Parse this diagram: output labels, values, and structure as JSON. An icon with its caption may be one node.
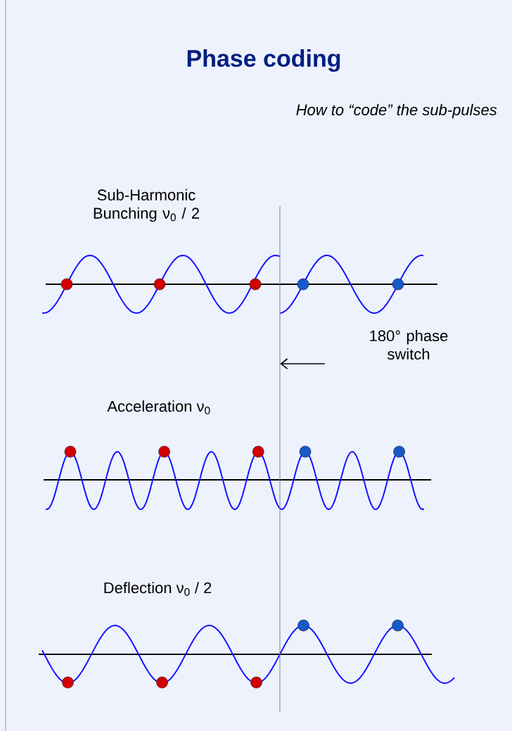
{
  "diagram": {
    "title": "Phase coding",
    "nodes": [
      {
        "text": [
          "180° phase switch"
        ]
      },
      {
        "text": [],
        "shape": "line"
      }
    ],
    "edges": [
      {
        "from": 0,
        "to": 1,
        "arrow": "to"
      }
    ],
    "labels": [
      "How to “code” the sub-pulses",
      "Sub-Harmonic Bunching ν$_{0}$ / 2",
      "Acceleration ν$_{0}$",
      "Deflection ν$_{0}$ / 2"
    ]
  }
}
